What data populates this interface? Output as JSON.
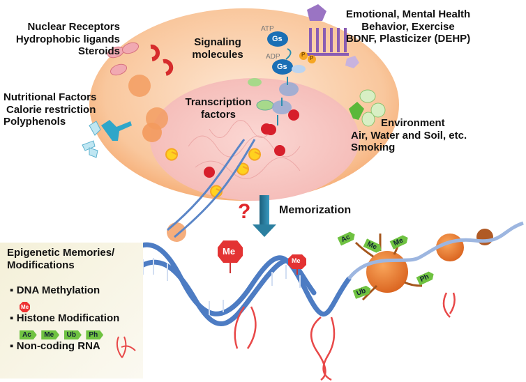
{
  "factors": {
    "nuclear": [
      "Nuclear Receptors",
      "Hydrophobic ligands",
      "Steroids"
    ],
    "nutritional": [
      "Nutritional Factors",
      "Calorie restriction",
      "Polyphenols"
    ],
    "emotional": [
      "Emotional, Mental Health",
      "Behavior, Exercise",
      "BDNF, Plasticizer (DEHP)"
    ],
    "environment": [
      "Environment",
      "Air, Water and Soil, etc.",
      "Smoking"
    ]
  },
  "cell": {
    "signaling": [
      "Signaling",
      "molecules"
    ],
    "transcription": [
      "Transcription",
      "factors"
    ],
    "atp": "ATP",
    "adp": "ADP",
    "gs": "Gs",
    "p": "P"
  },
  "memorization": {
    "label": "Memorization",
    "question": "?"
  },
  "dna_marks": {
    "me": "Me"
  },
  "histone_tags": [
    "Ac",
    "Me",
    "Me",
    "Ub",
    "Ph"
  ],
  "panel": {
    "title": [
      "Epigenetic Memories/",
      "Modifications"
    ],
    "items": [
      {
        "bullet": "▪",
        "label": "DNA Methylation",
        "marks": [
          "Me"
        ]
      },
      {
        "bullet": "▪",
        "label": "Histone Modification",
        "marks": [
          "Ac",
          "Me",
          "Ub",
          "Ph"
        ]
      },
      {
        "bullet": "▪",
        "label": "Non-coding RNA",
        "marks": []
      }
    ]
  },
  "colors": {
    "cell": "#f8c9a0",
    "nucleus": "#f7c6c4",
    "dna": "#5b86c7",
    "rna": "#e84848",
    "arrow": "#2b7fa0",
    "question": "#e0262a",
    "tag": "#6fc241",
    "me": "#e33333"
  }
}
